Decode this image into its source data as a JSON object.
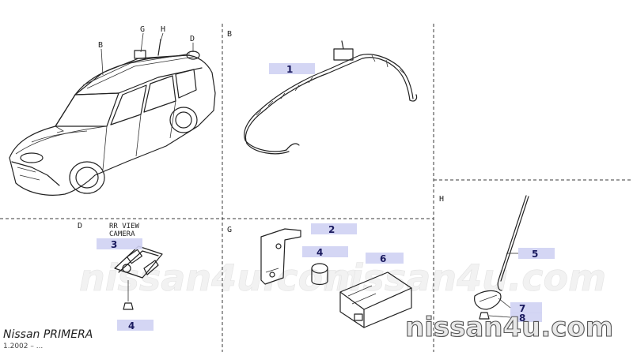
{
  "section_labels": {
    "b": "B",
    "d": "D",
    "g": "G",
    "h": "H"
  },
  "car_callouts": {
    "b": "B",
    "g": "G",
    "h": "H",
    "d": "D"
  },
  "camera_caption": [
    "RR VIEW",
    "CAMERA"
  ],
  "part_numbers": {
    "harness": "1",
    "bracket": "2",
    "camera_bracket": "3",
    "nut_top": "4",
    "nut_bottom": "4",
    "antenna": "5",
    "module": "6",
    "antenna_base": "7",
    "nut_antenna": "8"
  },
  "footer": {
    "model": "Nissan PRIMERA",
    "date": "1.2002 – ..."
  },
  "watermark": "nissan4u.com",
  "brand": "nissan4u.com",
  "colors": {
    "tag": "#cfd2f3",
    "ink": "#222222",
    "watermark": "#f2f2f2"
  }
}
